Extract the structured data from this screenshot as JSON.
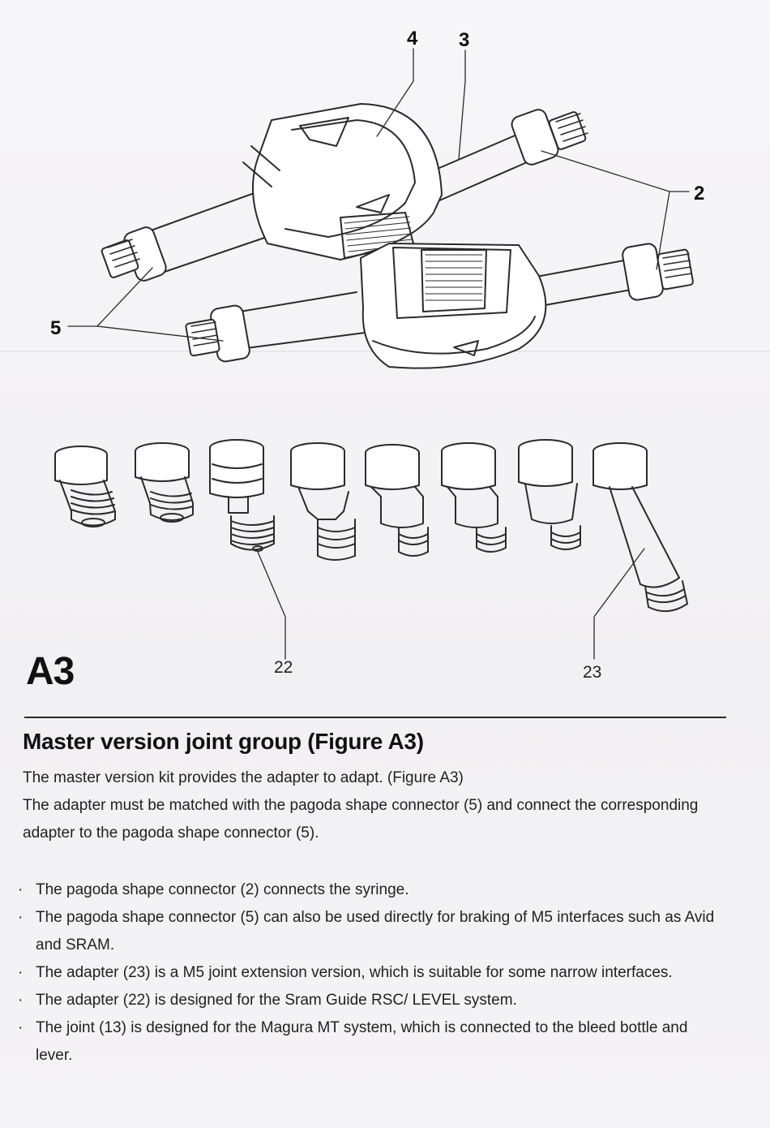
{
  "figure": {
    "label": "A3",
    "callouts": {
      "c4": "4",
      "c3": "3",
      "c2": "2",
      "c5": "5",
      "c22": "22",
      "c23": "23"
    }
  },
  "section": {
    "heading": "Master version joint group (Figure A3)",
    "intro": [
      "The master version kit provides the adapter to adapt. (Figure A3)",
      "The adapter must be matched with the pagoda shape connector (5) and connect the corresponding adapter to the pagoda shape connector (5)."
    ],
    "bullets": [
      "The pagoda shape connector (2) connects the syringe.",
      "The pagoda shape  connector (5) can also be used directly for braking of M5 interfaces such as Avid and SRAM.",
      "The adapter (23) is a M5 joint extension version, which is suitable for some narrow interfaces.",
      "The adapter (22) is designed for the Sram Guide RSC/ LEVEL system.",
      "The joint (13) is designed for the Magura MT system, which is connected to the bleed bottle and lever."
    ]
  }
}
